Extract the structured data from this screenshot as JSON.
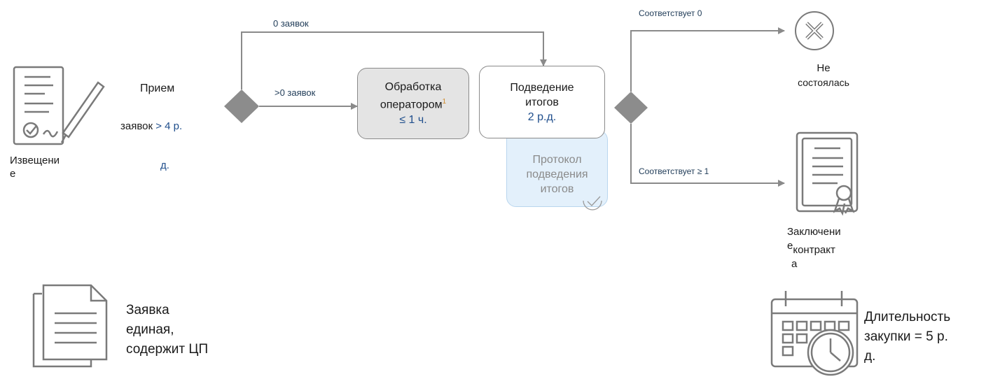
{
  "start": {
    "notice_line1": "Извещени",
    "notice_line2": "е",
    "intake_title": "Прием",
    "intake_line2_a": "заявок",
    "intake_line2_b": "> 4 р.",
    "intake_line3": "д."
  },
  "edges": {
    "zero_bids": "0 заявок",
    "more_bids": ">0 заявок",
    "matches_zero": "Соответствует 0",
    "matches_one": "Соответствует ≥ 1"
  },
  "operator_box": {
    "line1": "Обработка",
    "line2": "оператором",
    "footnote": "1",
    "line3": "≤ 1 ч."
  },
  "results_box": {
    "line1": "Подведение",
    "line2": "итогов",
    "line3": "2 р.д."
  },
  "protocol_box": {
    "line1": "Протокол",
    "line2": "подведения",
    "line3": "итогов"
  },
  "failed": {
    "line1": "Не",
    "line2": "состоялась"
  },
  "contract": {
    "line1": "Заключени",
    "line2a": "е",
    "line2b": "контракт",
    "line3": "а"
  },
  "legend_doc": {
    "line1": "Заявка",
    "line2": "единая,",
    "line3": "содержит ЦП"
  },
  "duration": {
    "line1": "Длительность",
    "line2": "закупки = 5 р.",
    "line3": "д."
  },
  "colors": {
    "line": "#8a8a8a",
    "diamond": "#8c8c8c",
    "operator_fill": "#e4e4e4",
    "protocol_fill": "#e3f0fb",
    "label_blue": "#1f4e8c"
  }
}
